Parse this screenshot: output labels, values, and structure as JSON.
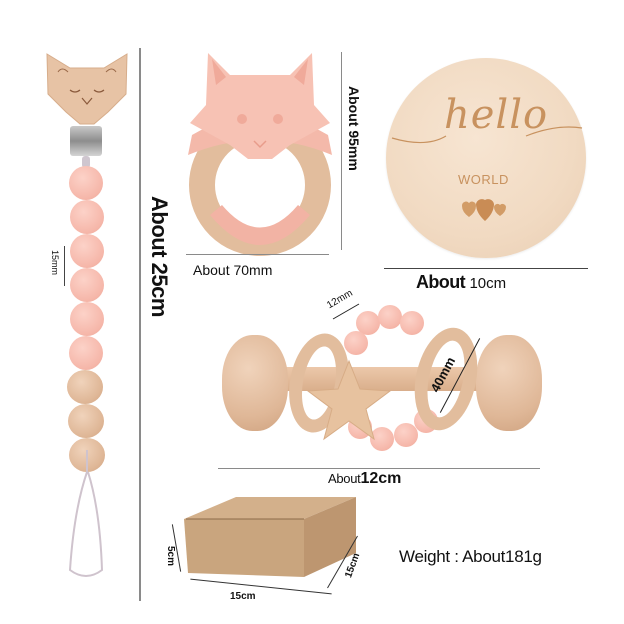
{
  "image": {
    "description": "Baby teether gift set product dimensions infographic",
    "colors": {
      "background": "#ffffff",
      "silicone_pink": "#f6b8ab",
      "beech_wood": "#e2bd9d",
      "wood_disc": "#f2dcc4",
      "engraving": "#c8925f",
      "kraft_box": "#c9a57e",
      "dimension_line": "#8a8a8a",
      "text": "#111111"
    }
  },
  "items": {
    "pacifier_clip": {
      "name": "fox-pacifier-clip",
      "length_label": "About 25cm",
      "bead_label": "15mm"
    },
    "fox_teether": {
      "name": "fox-teether-ring",
      "width_label": "About 70mm",
      "height_label": "About 95mm"
    },
    "hello_disc": {
      "name": "hello-world-wood-disc",
      "engraving_script": "hello",
      "engraving_text": "WORLD",
      "width_label_prefix": "About",
      "width_label_value": "10cm"
    },
    "rattle": {
      "name": "wooden-rattle",
      "bead_label": "12mm",
      "ring_label": "40mm",
      "length_label_prefix": "About",
      "length_label_value": "12cm"
    },
    "gift_box": {
      "name": "kraft-gift-box",
      "height_label": "5cm",
      "width_label": "15cm",
      "depth_label": "15cm"
    },
    "weight": {
      "label": "Weight : About181g"
    }
  }
}
